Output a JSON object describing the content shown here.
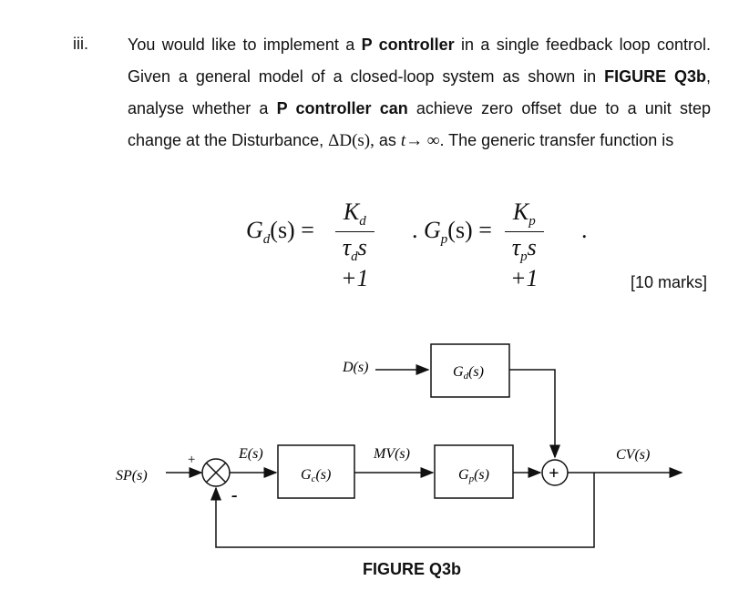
{
  "question": {
    "number": "iii.",
    "text_1": "You would like to implement a ",
    "bold_1": "P controller",
    "text_2": " in a single feedback loop control. Given a general model of a closed-loop system as shown in ",
    "bold_2": "FIGURE Q3b",
    "text_3": ", analyse whether a ",
    "bold_3": "P controller can",
    "text_4": " achieve zero offset due to a unit step change at the Disturbance, ",
    "delta_d": "ΔD(s),",
    "text_5": " as ",
    "t_limit": "t→ ∞",
    "text_6": ". The generic transfer function is",
    "marks": "[10 marks]"
  },
  "equation": {
    "gd_lhs": "G",
    "gd_sub": "d",
    "s_arg": "(s) =",
    "kd": "K",
    "kd_sub": "d",
    "tau_d": "τ",
    "tau_d_sub": "d",
    "den_tail": "s +1",
    "sep": ".",
    "gp_lhs": "G",
    "gp_sub": "p",
    "kp": "K",
    "kp_sub": "p",
    "tau_p": "τ",
    "tau_p_sub": "p",
    "end": "."
  },
  "diagram": {
    "sp": "SP(s)",
    "e": "E(s)",
    "gc": "G",
    "gc_sub": "c",
    "gc_arg": "(s)",
    "mv": "MV(s)",
    "gp": "G",
    "gp_sub": "p",
    "gp_arg": "(s)",
    "d": "D(s)",
    "gd": "G",
    "gd_sub": "d",
    "gd_arg": "(s)",
    "cv": "CV(s)",
    "plus_in": "+",
    "minus_in": "-",
    "sum_plus": "+",
    "caption": "FIGURE Q3b"
  }
}
